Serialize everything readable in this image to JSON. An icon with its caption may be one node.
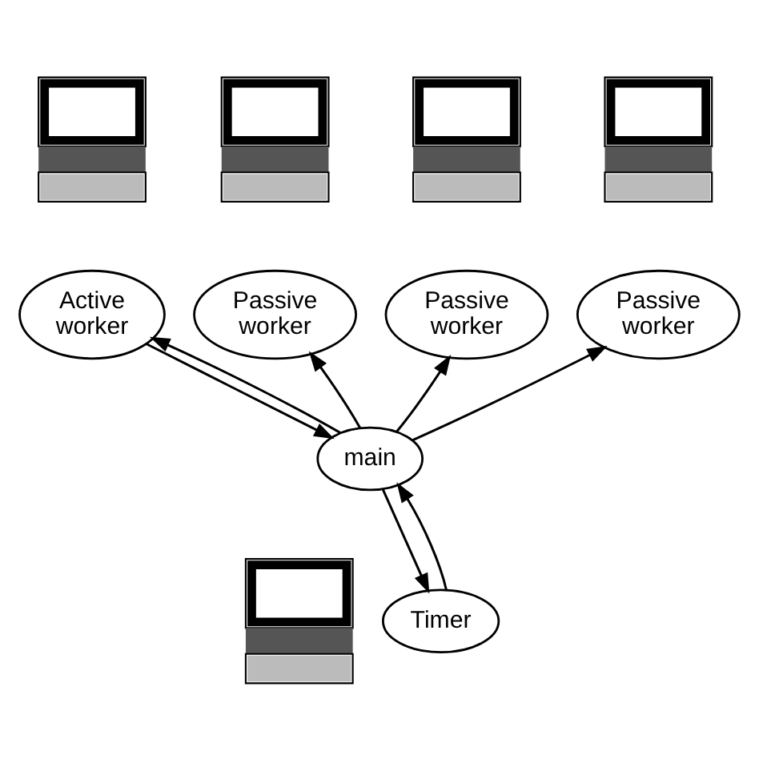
{
  "diagram": {
    "nodes": [
      {
        "text": [],
        "shape": "picture"
      },
      {
        "text": [],
        "shape": "picture"
      },
      {
        "text": [],
        "shape": "picture"
      },
      {
        "text": [],
        "shape": "picture"
      },
      {
        "text": [
          "Active worker"
        ]
      },
      {
        "text": [
          "Passive worker"
        ]
      },
      {
        "text": [
          "Passive worker"
        ]
      },
      {
        "text": [
          "Passive worker"
        ]
      },
      {
        "text": [
          "main"
        ]
      },
      {
        "text": [],
        "shape": "picture"
      },
      {
        "text": [
          "Timer"
        ]
      }
    ],
    "edges": [
      {
        "from": 4,
        "to": 8,
        "arrow": "to"
      },
      {
        "from": 8,
        "to": 4,
        "arrow": "to"
      },
      {
        "from": 8,
        "to": 5,
        "arrow": "to"
      },
      {
        "from": 8,
        "to": 6,
        "arrow": "to"
      },
      {
        "from": 8,
        "to": 7,
        "arrow": "to"
      },
      {
        "from": 8,
        "to": 10,
        "arrow": "to"
      },
      {
        "from": 10,
        "to": 8,
        "arrow": "to"
      }
    ]
  }
}
